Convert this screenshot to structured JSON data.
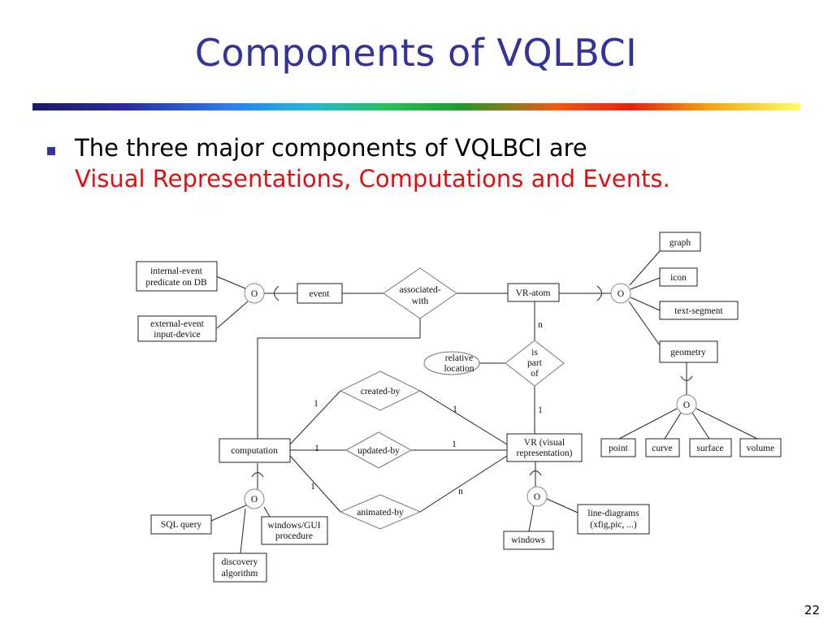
{
  "slide": {
    "title": "Components of VQLBCI",
    "bullet_text": "The three major components of VQLBCI are",
    "bullet_highlight": "Visual Representations, Computations and Events.",
    "page_number": "22"
  },
  "colors": {
    "title": "#333399",
    "highlight": "#e01010",
    "bullet": "#333399"
  },
  "diagram": {
    "entities": {
      "internal_event": [
        "internal-event",
        "predicate on DB"
      ],
      "external_event": [
        "external-event",
        "input-device"
      ],
      "event": "event",
      "vr_atom": "VR-atom",
      "graph": "graph",
      "icon": "icon",
      "text_segment": "text-segment",
      "geometry": "geometry",
      "point": "point",
      "curve": "curve",
      "surface": "surface",
      "volume": "volume",
      "computation": "computation",
      "vr": [
        "VR (visual",
        "representation)"
      ],
      "sql_query": "SQL query",
      "windows_gui": [
        "windows/GUI",
        "procedure"
      ],
      "discovery": [
        "discovery",
        "algorithm"
      ],
      "windows": "windows",
      "line_diagrams": [
        "line-diagrams",
        "(xfig,pic, ...)"
      ]
    },
    "relationships": {
      "associated_with": [
        "associated-",
        "with"
      ],
      "is_part_of": [
        "is",
        "part",
        "of"
      ],
      "created_by": "created-by",
      "updated_by": "updated-by",
      "animated_by": "animated-by"
    },
    "attribute": [
      "relative",
      "location"
    ],
    "specialization_symbol": "O",
    "cardinalities": {
      "is_part_of_top": "n",
      "is_part_of_bottom": "1",
      "created_left": "1",
      "created_right": "1",
      "updated_left": "1",
      "updated_right": "1",
      "animated_left": "1",
      "animated_right": "n"
    }
  }
}
